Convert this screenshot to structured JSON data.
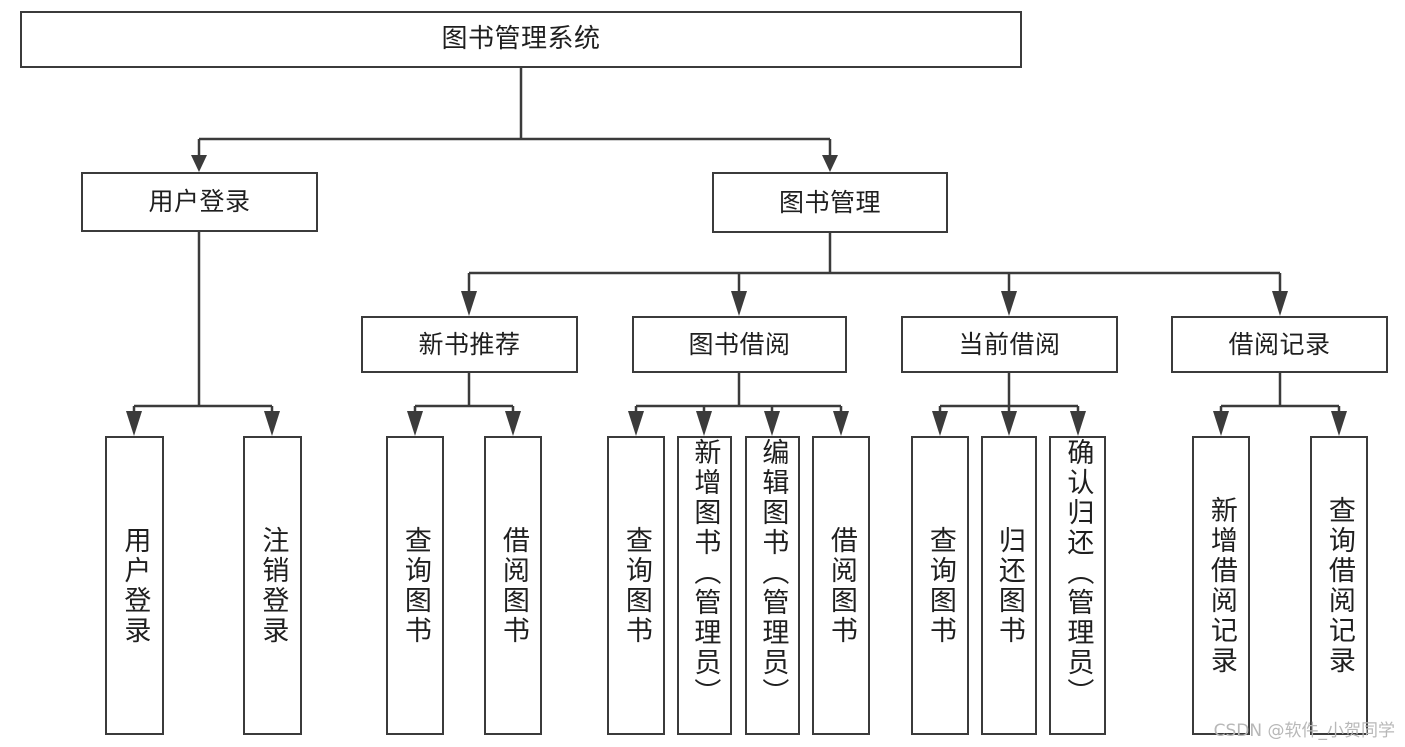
{
  "diagram": {
    "type": "tree-hierarchy",
    "title": "图书管理系统",
    "watermark": "CSDN @软件_小贺同学",
    "colors": {
      "stroke": "#3b3b3b",
      "fill": "#ffffff",
      "text": "#1f1f1f",
      "watermark": "#b8b8b8"
    },
    "root": {
      "label": "图书管理系统"
    },
    "level1": [
      {
        "id": "user-login",
        "label": "用户登录"
      },
      {
        "id": "book-manage",
        "label": "图书管理"
      }
    ],
    "level2": [
      {
        "id": "new-book-rec",
        "label": "新书推荐",
        "parent": "book-manage"
      },
      {
        "id": "book-borrow",
        "label": "图书借阅",
        "parent": "book-manage"
      },
      {
        "id": "current-borrow",
        "label": "当前借阅",
        "parent": "book-manage"
      },
      {
        "id": "borrow-record",
        "label": "借阅记录",
        "parent": "book-manage"
      }
    ],
    "leaves": [
      {
        "id": "leaf-user-login",
        "label": "用户登录",
        "parent": "user-login"
      },
      {
        "id": "leaf-logout",
        "label": "注销登录",
        "parent": "user-login"
      },
      {
        "id": "leaf-query-book-1",
        "label": "查询图书",
        "parent": "new-book-rec"
      },
      {
        "id": "leaf-borrow-book-1",
        "label": "借阅图书",
        "parent": "new-book-rec"
      },
      {
        "id": "leaf-query-book-2",
        "label": "查询图书",
        "parent": "book-borrow"
      },
      {
        "id": "leaf-add-book",
        "label": "新增图书（管理员）",
        "parent": "book-borrow"
      },
      {
        "id": "leaf-edit-book",
        "label": "编辑图书（管理员）",
        "parent": "book-borrow"
      },
      {
        "id": "leaf-borrow-book-2",
        "label": "借阅图书",
        "parent": "book-borrow"
      },
      {
        "id": "leaf-query-book-3",
        "label": "查询图书",
        "parent": "current-borrow"
      },
      {
        "id": "leaf-return-book",
        "label": "归还图书",
        "parent": "current-borrow"
      },
      {
        "id": "leaf-confirm-return",
        "label": "确认归还（管理员）",
        "parent": "current-borrow"
      },
      {
        "id": "leaf-add-record",
        "label": "新增借阅记录",
        "parent": "borrow-record"
      },
      {
        "id": "leaf-query-record",
        "label": "查询借阅记录",
        "parent": "borrow-record"
      }
    ]
  }
}
